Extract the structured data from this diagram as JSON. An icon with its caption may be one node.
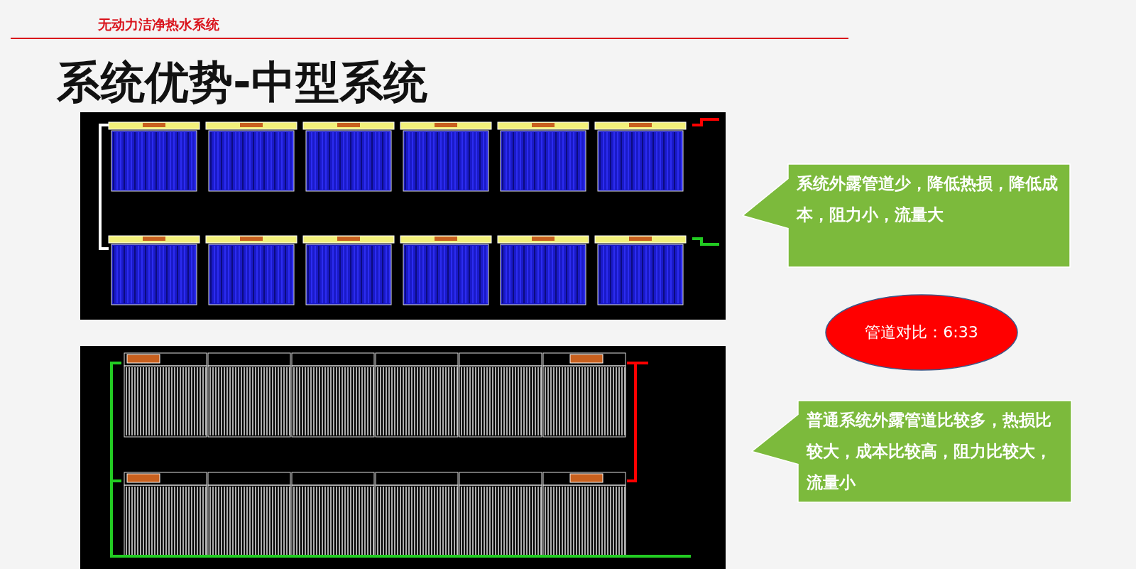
{
  "diagram": {
    "title": "系统优势-中型系统",
    "nodes": [
      {
        "text": [
          "系统外露管道少，降低热损，降低成本，阻力小，流量大"
        ]
      },
      {
        "text": [
          "管道对比：6:33"
        ]
      },
      {
        "text": [
          "普通系统外露管道比较多，热损比较大，成本比较高，阻力比较大，流量小"
        ]
      }
    ],
    "labels": [
      "无动力洁净热水系统"
    ]
  }
}
